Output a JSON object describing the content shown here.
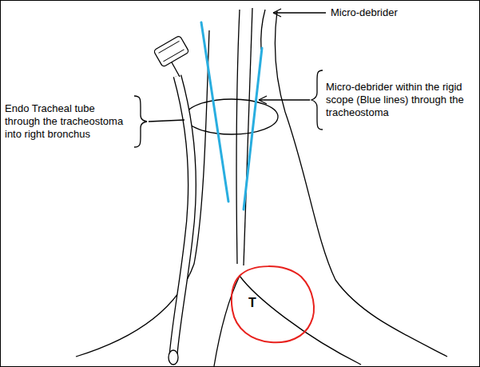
{
  "diagram": {
    "nodes": [
      {
        "text": [
          "T"
        ]
      }
    ],
    "labels": [
      "Micro-debrider",
      "Endo Tracheal tube through the tracheostoma into right bronchus",
      "Micro-debrider within the rigid scope (Blue lines) through the tracheostoma"
    ]
  }
}
